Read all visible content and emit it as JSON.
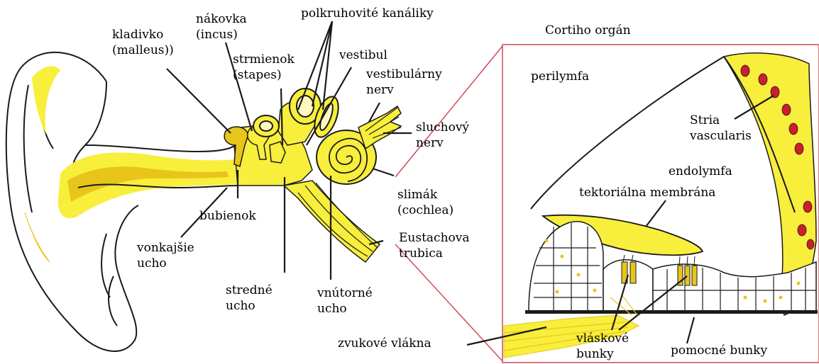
{
  "diagram": {
    "labels": {
      "kladivko": "kladivko",
      "malleus": "(malleus))",
      "nakovka": "nákovka",
      "incus": "(incus)",
      "polkruhovite": "polkruhovité kanáliky",
      "strmienok": "strmienok",
      "stapes": "(stapes)",
      "vestibul": "vestibul",
      "vestibularny": "vestibulárny",
      "nerv1": "nerv",
      "sluchovy": "sluchový",
      "nerv2": "nerv",
      "bubienok": "bubienok",
      "slimak": "slimák",
      "cochlea": "(cochlea)",
      "eustachova": "Eustachova",
      "trubica": "trubica",
      "vonkajsie": "vonkajšie",
      "ucho1": "ucho",
      "stredne": "stredné",
      "ucho2": "ucho",
      "vnutorne": "vnútorné",
      "ucho3": "ucho",
      "zvukove": "zvukové vlákna",
      "cortiho": "Cortiho orgán",
      "perilymfa": "perilymfa",
      "stria": "Stria",
      "vascularis": "vascularis",
      "endolymfa": "endolymfa",
      "tektorialna": "tektoriálna membrána",
      "vlaskove": "vláskové",
      "bunky1": "bunky",
      "pomocne": "pomocné bunky"
    },
    "colors": {
      "fill": "#f8ee3c",
      "fill_dark": "#e8c51a",
      "outline": "#1a1a1a",
      "red": "#cc1e2c",
      "frame": "#d04a5a"
    }
  }
}
